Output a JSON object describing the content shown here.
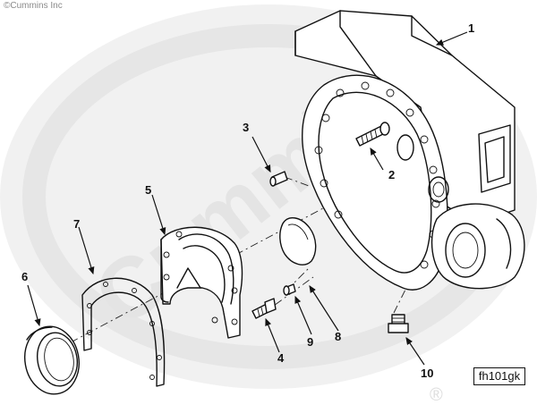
{
  "copyright": "©Cummins Inc",
  "watermark": {
    "brand": "Cummins",
    "registered": "®"
  },
  "drawing_id": "fh101gk",
  "callouts": [
    {
      "id": "1",
      "label": "1"
    },
    {
      "id": "2",
      "label": "2"
    },
    {
      "id": "3",
      "label": "3"
    },
    {
      "id": "4",
      "label": "4"
    },
    {
      "id": "5",
      "label": "5"
    },
    {
      "id": "6",
      "label": "6"
    },
    {
      "id": "7",
      "label": "7"
    },
    {
      "id": "8",
      "label": "8"
    },
    {
      "id": "9",
      "label": "9"
    },
    {
      "id": "10",
      "label": "10"
    }
  ],
  "colors": {
    "ink": "#111111",
    "watermark": "#ececec",
    "background": "#ffffff"
  }
}
